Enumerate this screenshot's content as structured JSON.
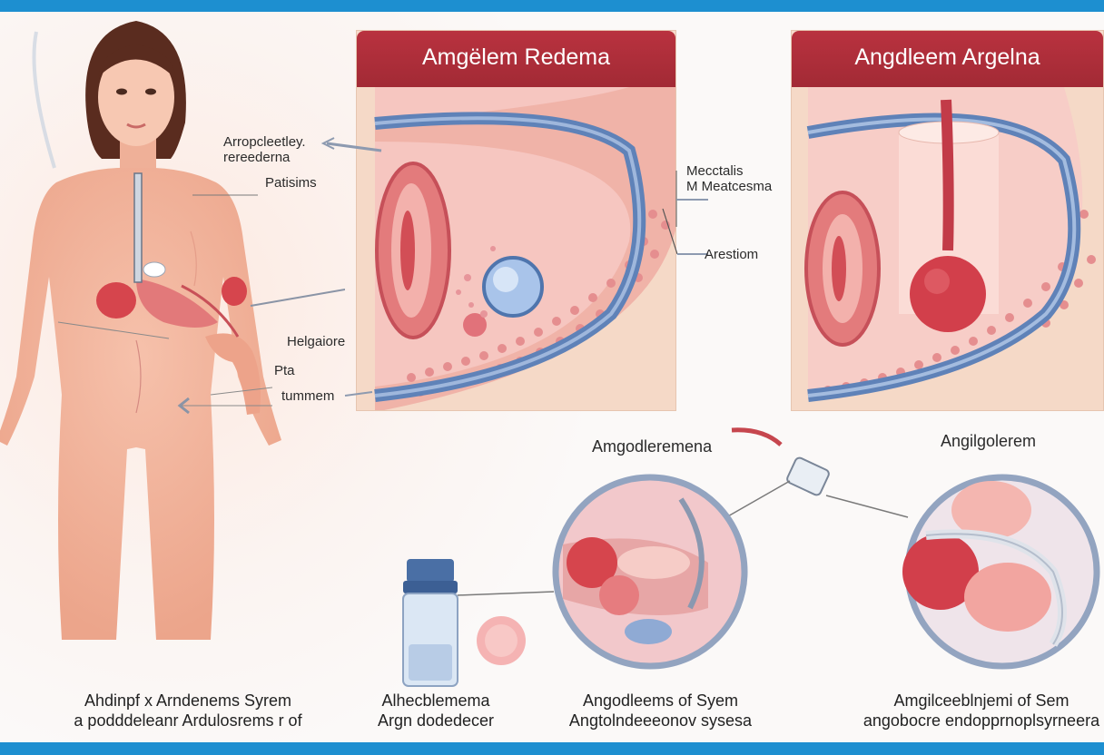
{
  "panels": {
    "left": {
      "title": "Amgëlem Redema"
    },
    "right": {
      "title": "Angdleem Argelna"
    }
  },
  "figure_labels": {
    "body_top_1": "Arropcleetley.",
    "body_top_2": "rereederna",
    "body_patisims": "Patisims",
    "body_helgaiore": "Helgaiore",
    "body_pta": "Pta",
    "body_tummem": "tummem",
    "panel_mecctalis": "Mecctalis",
    "panel_mmeatcesma": "M Meatcesma",
    "panel_arestiom": "Arestiom",
    "circle_left_title": "Amgodleremena",
    "circle_right_title": "Angilgolerem"
  },
  "captions": [
    {
      "line1": "Ahdinpf x Arndenems Syrem",
      "line2": "a podddeleanr Ardulosrems r of"
    },
    {
      "line1": "Alhecblemema",
      "line2": "Argn dodedecer"
    },
    {
      "line1": "Angodleems of Syem",
      "line2": "Angtolndeeeonov sysesa"
    },
    {
      "line1": "Amgilceeblnjemi of Sem",
      "line2": "angobocre endopprnoplsyrneera"
    }
  ],
  "colors": {
    "frame": "#1d8fd0",
    "panel_header": "#ab2d39",
    "skin": "#f3b79f",
    "tissue_red": "#d6454d",
    "membrane_blue": "#5f82b8"
  }
}
